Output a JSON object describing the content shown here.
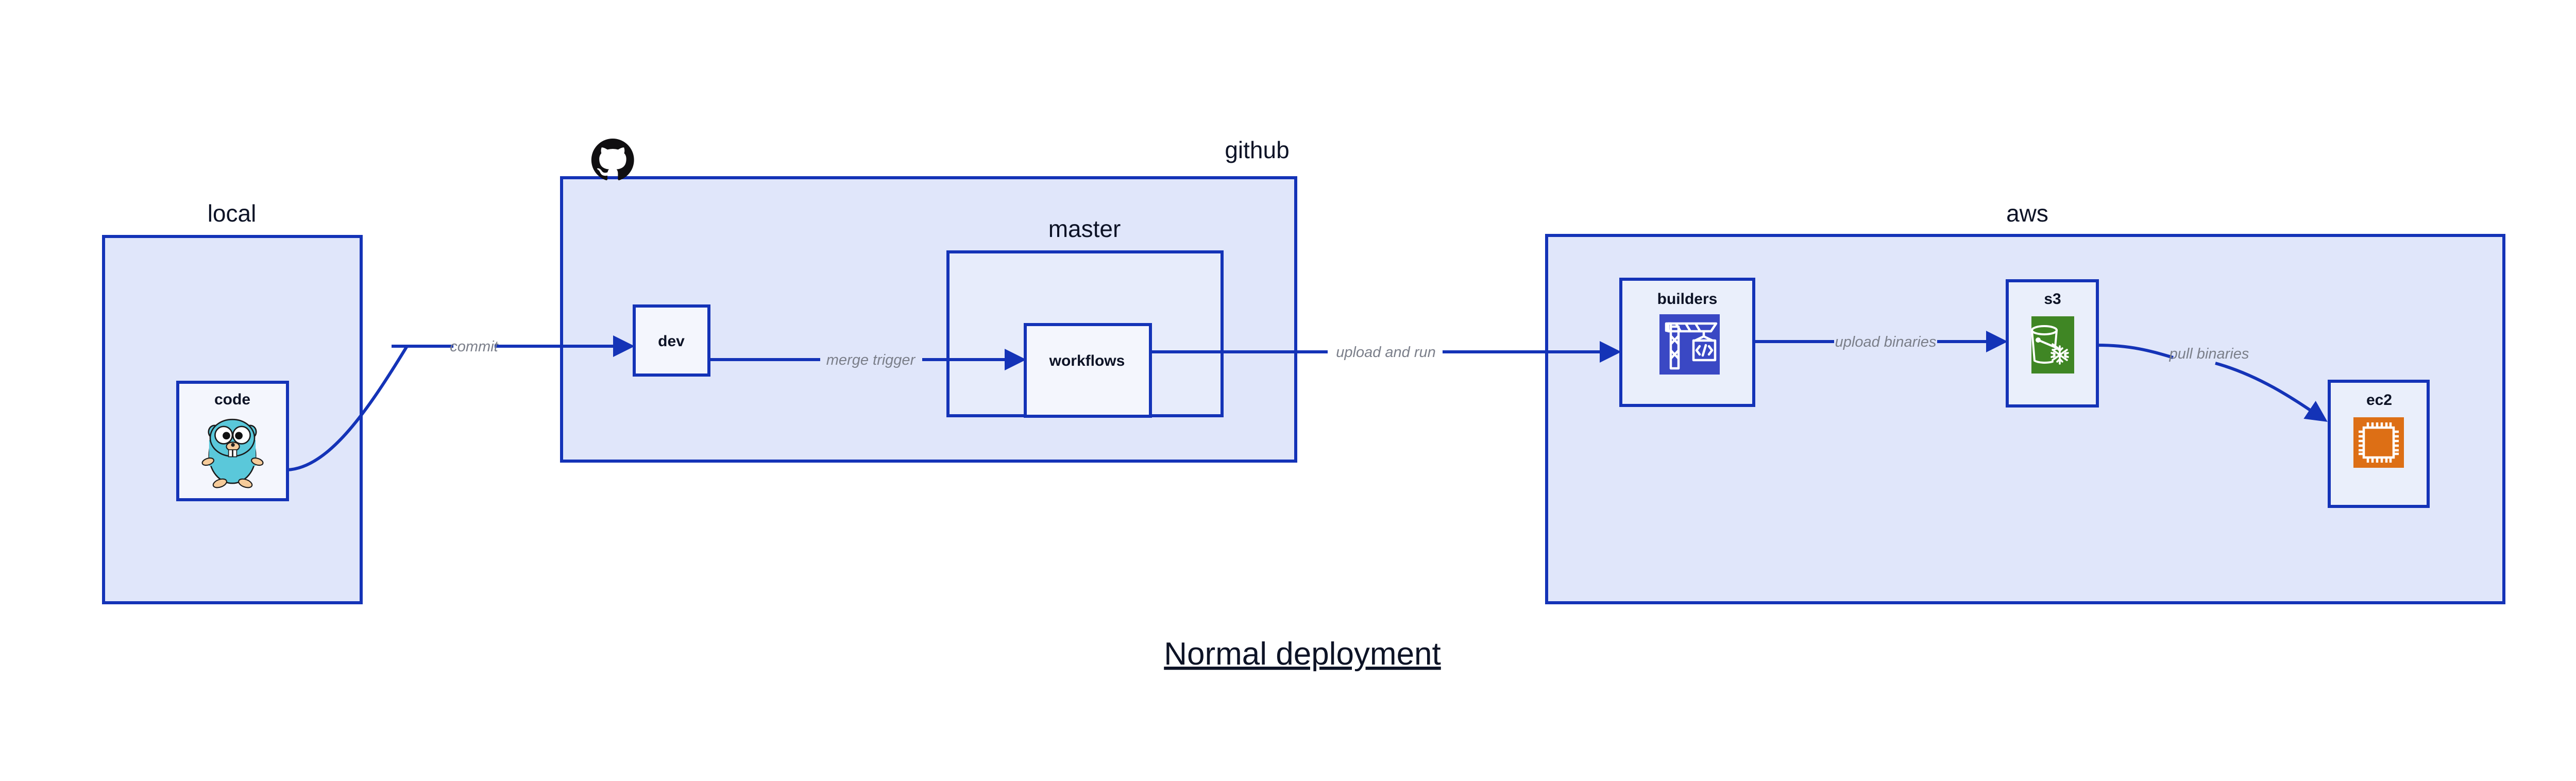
{
  "title": "Normal deployment",
  "groups": [
    {
      "id": "local",
      "label": "local"
    },
    {
      "id": "github",
      "label": "github"
    },
    {
      "id": "master",
      "label": "master"
    },
    {
      "id": "aws",
      "label": "aws"
    }
  ],
  "nodes": [
    {
      "id": "code",
      "label": "code",
      "icon": "go-gopher-icon"
    },
    {
      "id": "dev",
      "label": "dev",
      "icon": null
    },
    {
      "id": "workflows",
      "label": "workflows",
      "icon": null
    },
    {
      "id": "builders",
      "label": "builders",
      "icon": "aws-codebuild-crane-icon"
    },
    {
      "id": "s3",
      "label": "s3",
      "icon": "aws-s3-bucket-icon"
    },
    {
      "id": "ec2",
      "label": "ec2",
      "icon": "aws-ec2-chip-icon"
    }
  ],
  "edges": [
    {
      "id": "commit",
      "from": "code",
      "to": "dev",
      "label": "commit"
    },
    {
      "id": "merge-trigger",
      "from": "dev",
      "to": "workflows",
      "label": "merge trigger"
    },
    {
      "id": "upload-and-run",
      "from": "workflows",
      "to": "builders",
      "label": "upload and run"
    },
    {
      "id": "upload-binaries",
      "from": "builders",
      "to": "s3",
      "label": "upload binaries"
    },
    {
      "id": "pull-binaries",
      "from": "s3",
      "to": "ec2",
      "label": "pull binaries"
    }
  ],
  "logos": [
    {
      "id": "github-octocat",
      "icon": "github-octocat-icon"
    }
  ],
  "colors": {
    "accent_border": "#1433b7",
    "container_fill": "#e0e6fa",
    "node_fill": "#eaeffb",
    "leaf_fill": "#f4f6fd",
    "text_dark": "#0d1326",
    "edge_label": "#7b7f8a",
    "codebuild_blue": "#3a48c4",
    "s3_green": "#3f8624",
    "ec2_orange": "#dd6f15",
    "gopher_cyan": "#5ac8da",
    "gopher_tan": "#f5cb9a",
    "octocat_black": "#100f11",
    "page_background": "#ffffff"
  }
}
